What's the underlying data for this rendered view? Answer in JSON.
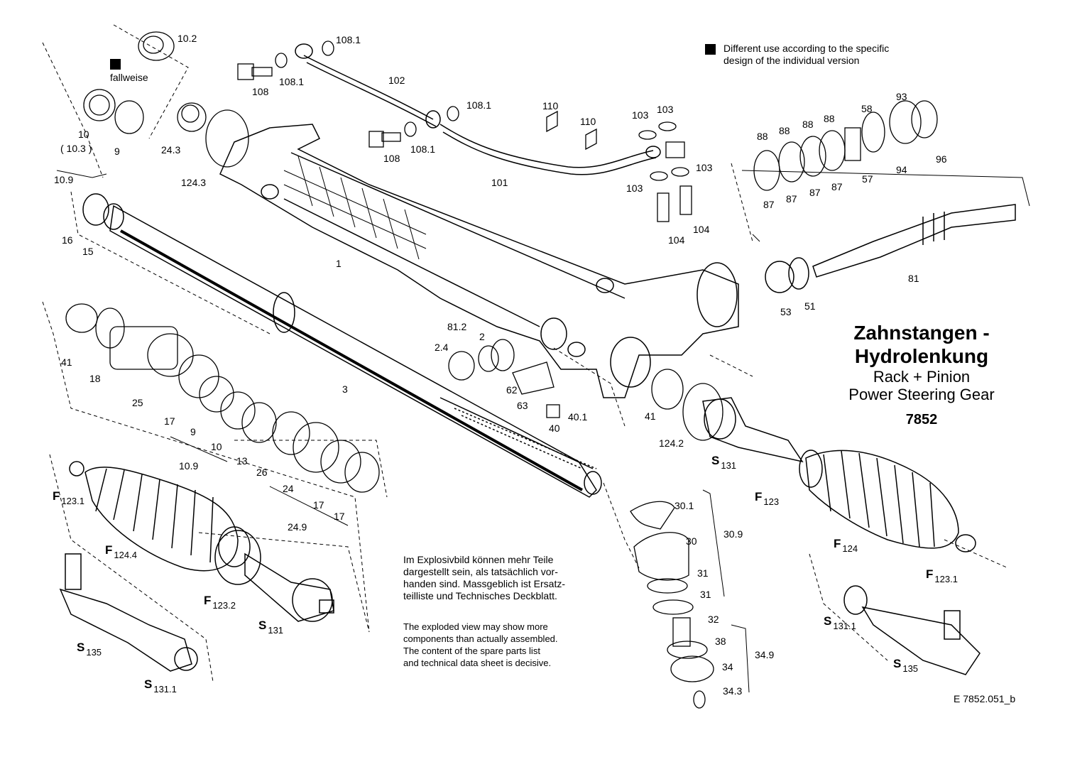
{
  "title": {
    "de_line1": "Zahnstangen -",
    "de_line2": "Hydrolenkung",
    "en_line1": "Rack + Pinion",
    "en_line2": "Power Steering Gear",
    "model": "7852"
  },
  "legend": {
    "line1": "Different use according to the specific",
    "line2": "design of the individual version"
  },
  "fallweise": "fallweise",
  "note_de": [
    "Im Explosivbild können mehr Teile",
    "dargestellt sein, als tatsächlich vor-",
    "handen sind. Massgeblich ist Ersatz-",
    "teilliste und Technisches Deckblatt."
  ],
  "note_en": [
    "The exploded view may show more",
    "components than actually assembled.",
    "The content of the spare parts list",
    "and technical data sheet is decisive."
  ],
  "reference_code": "E 7852.051_b",
  "callouts": {
    "p10_2": "10.2",
    "p10": "10",
    "p10_3": "( 10.3 )",
    "p9a": "9",
    "p24_3": "24.3",
    "p10_9a": "10.9",
    "p124_3": "124.3",
    "p16": "16",
    "p15": "15",
    "p108a": "108",
    "p108_1a": "108.1",
    "p108_1b": "108.1",
    "p108_1c": "108.1",
    "p108_1d": "108.1",
    "p108b": "108",
    "p102": "102",
    "p101": "101",
    "p110a": "110",
    "p110b": "110",
    "p103a": "103",
    "p103b": "103",
    "p103c": "103",
    "p103d": "103",
    "p104a": "104",
    "p104b": "104",
    "p1": "1",
    "p88a": "88",
    "p88b": "88",
    "p88c": "88",
    "p88d": "88",
    "p87a": "87",
    "p87b": "87",
    "p87c": "87",
    "p87d": "87",
    "p58": "58",
    "p93": "93",
    "p57": "57",
    "p94": "94",
    "p96": "96",
    "p81": "81",
    "p53": "53",
    "p51": "51",
    "p81_2": "81.2",
    "p2": "2",
    "p2_4": "2.4",
    "p62": "62",
    "p63": "63",
    "p40": "40",
    "p40_1": "40.1",
    "p41a": "41",
    "p18": "18",
    "p25": "25",
    "p3": "3",
    "p17a": "17",
    "p9b": "9",
    "p10b": "10",
    "p10_9b": "10.9",
    "p13": "13",
    "p26": "26",
    "p24": "24",
    "p17b": "17",
    "p17c": "17",
    "p24_9": "24.9",
    "p41b": "41",
    "p124_2": "124.2",
    "p30_1": "30.1",
    "p30": "30",
    "p30_9": "30.9",
    "p31a": "31",
    "p31b": "31",
    "p32": "32",
    "p38": "38",
    "p34": "34",
    "p34_9": "34.9",
    "p34_3": "34.3"
  },
  "letter_callouts": {
    "F123_1a": {
      "letter": "F",
      "sub": "123.1"
    },
    "F124_4": {
      "letter": "F",
      "sub": "124.4"
    },
    "F123_2": {
      "letter": "F",
      "sub": "123.2"
    },
    "S131a": {
      "letter": "S",
      "sub": "131"
    },
    "S135a": {
      "letter": "S",
      "sub": "135"
    },
    "S131_1a": {
      "letter": "S",
      "sub": "131.1"
    },
    "S131b": {
      "letter": "S",
      "sub": "131"
    },
    "F123": {
      "letter": "F",
      "sub": "123"
    },
    "F124": {
      "letter": "F",
      "sub": "124"
    },
    "F123_1b": {
      "letter": "F",
      "sub": "123.1"
    },
    "S131_1b": {
      "letter": "S",
      "sub": "131.1"
    },
    "S135b": {
      "letter": "S",
      "sub": "135"
    }
  }
}
